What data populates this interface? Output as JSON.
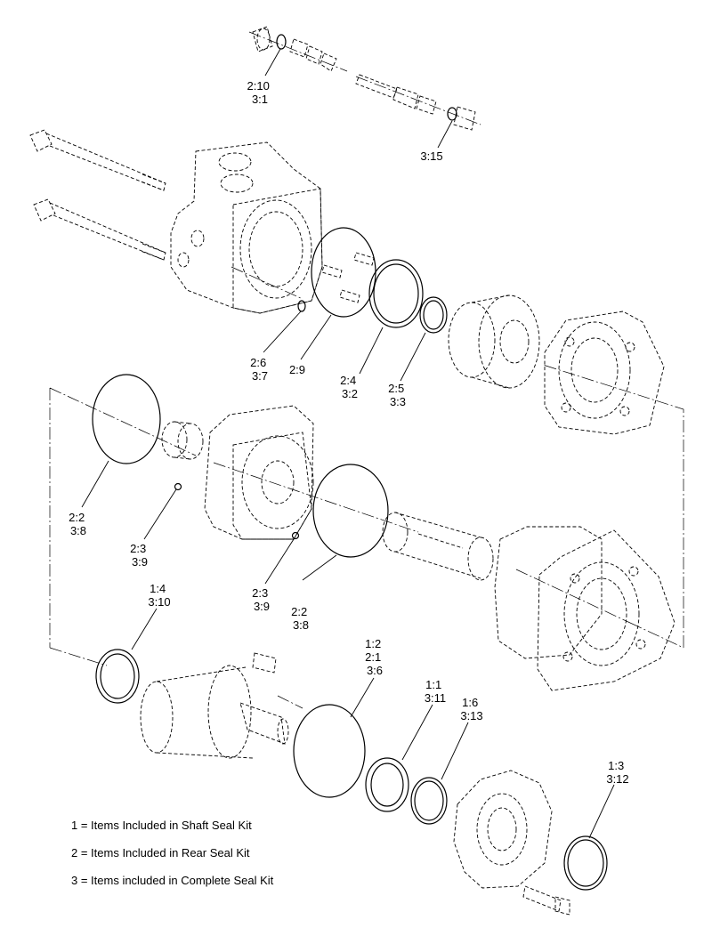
{
  "callouts": [
    {
      "id": "c-2-10",
      "lines": [
        "2:10",
        "3:1"
      ]
    },
    {
      "id": "c-3-15",
      "lines": [
        "3:15"
      ]
    },
    {
      "id": "c-2-6",
      "lines": [
        "2:6",
        "3:7"
      ]
    },
    {
      "id": "c-2-9",
      "lines": [
        "2:9"
      ]
    },
    {
      "id": "c-2-4",
      "lines": [
        "2:4",
        "3:2"
      ]
    },
    {
      "id": "c-2-5",
      "lines": [
        "2:5",
        "3:3"
      ]
    },
    {
      "id": "c-2-2a",
      "lines": [
        "2:2",
        "3:8"
      ]
    },
    {
      "id": "c-2-3a",
      "lines": [
        "2:3",
        "3:9"
      ]
    },
    {
      "id": "c-2-3b",
      "lines": [
        "2:3",
        "3:9"
      ]
    },
    {
      "id": "c-2-2b",
      "lines": [
        "2:2",
        "3:8"
      ]
    },
    {
      "id": "c-1-4",
      "lines": [
        "1:4",
        "3:10"
      ]
    },
    {
      "id": "c-1-2",
      "lines": [
        "1:2",
        "2:1",
        "3:6"
      ]
    },
    {
      "id": "c-1-1",
      "lines": [
        "1:1",
        "3:11"
      ]
    },
    {
      "id": "c-1-6",
      "lines": [
        "1:6",
        "3:13"
      ]
    },
    {
      "id": "c-1-3",
      "lines": [
        "1:3",
        "3:12"
      ]
    }
  ],
  "legend": [
    "1 = Items Included in Shaft Seal Kit",
    "2 = Items Included in Rear Seal Kit",
    "3 = Items included in Complete Seal Kit"
  ]
}
